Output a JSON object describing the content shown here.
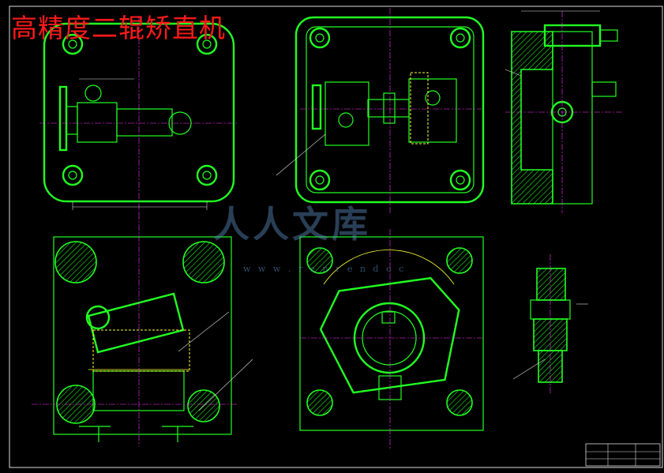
{
  "drawing": {
    "title": "高精度二辊矫直机",
    "watermark": "人人文库",
    "watermark_url": "w w w . r e n r e n d o c"
  },
  "colors": {
    "background": "#000000",
    "outline": "#22ff22",
    "dimension": "#dddddd",
    "centerline": "#ff33ff",
    "hidden_line": "#ffff33",
    "title_text": "#ff1a1a"
  }
}
